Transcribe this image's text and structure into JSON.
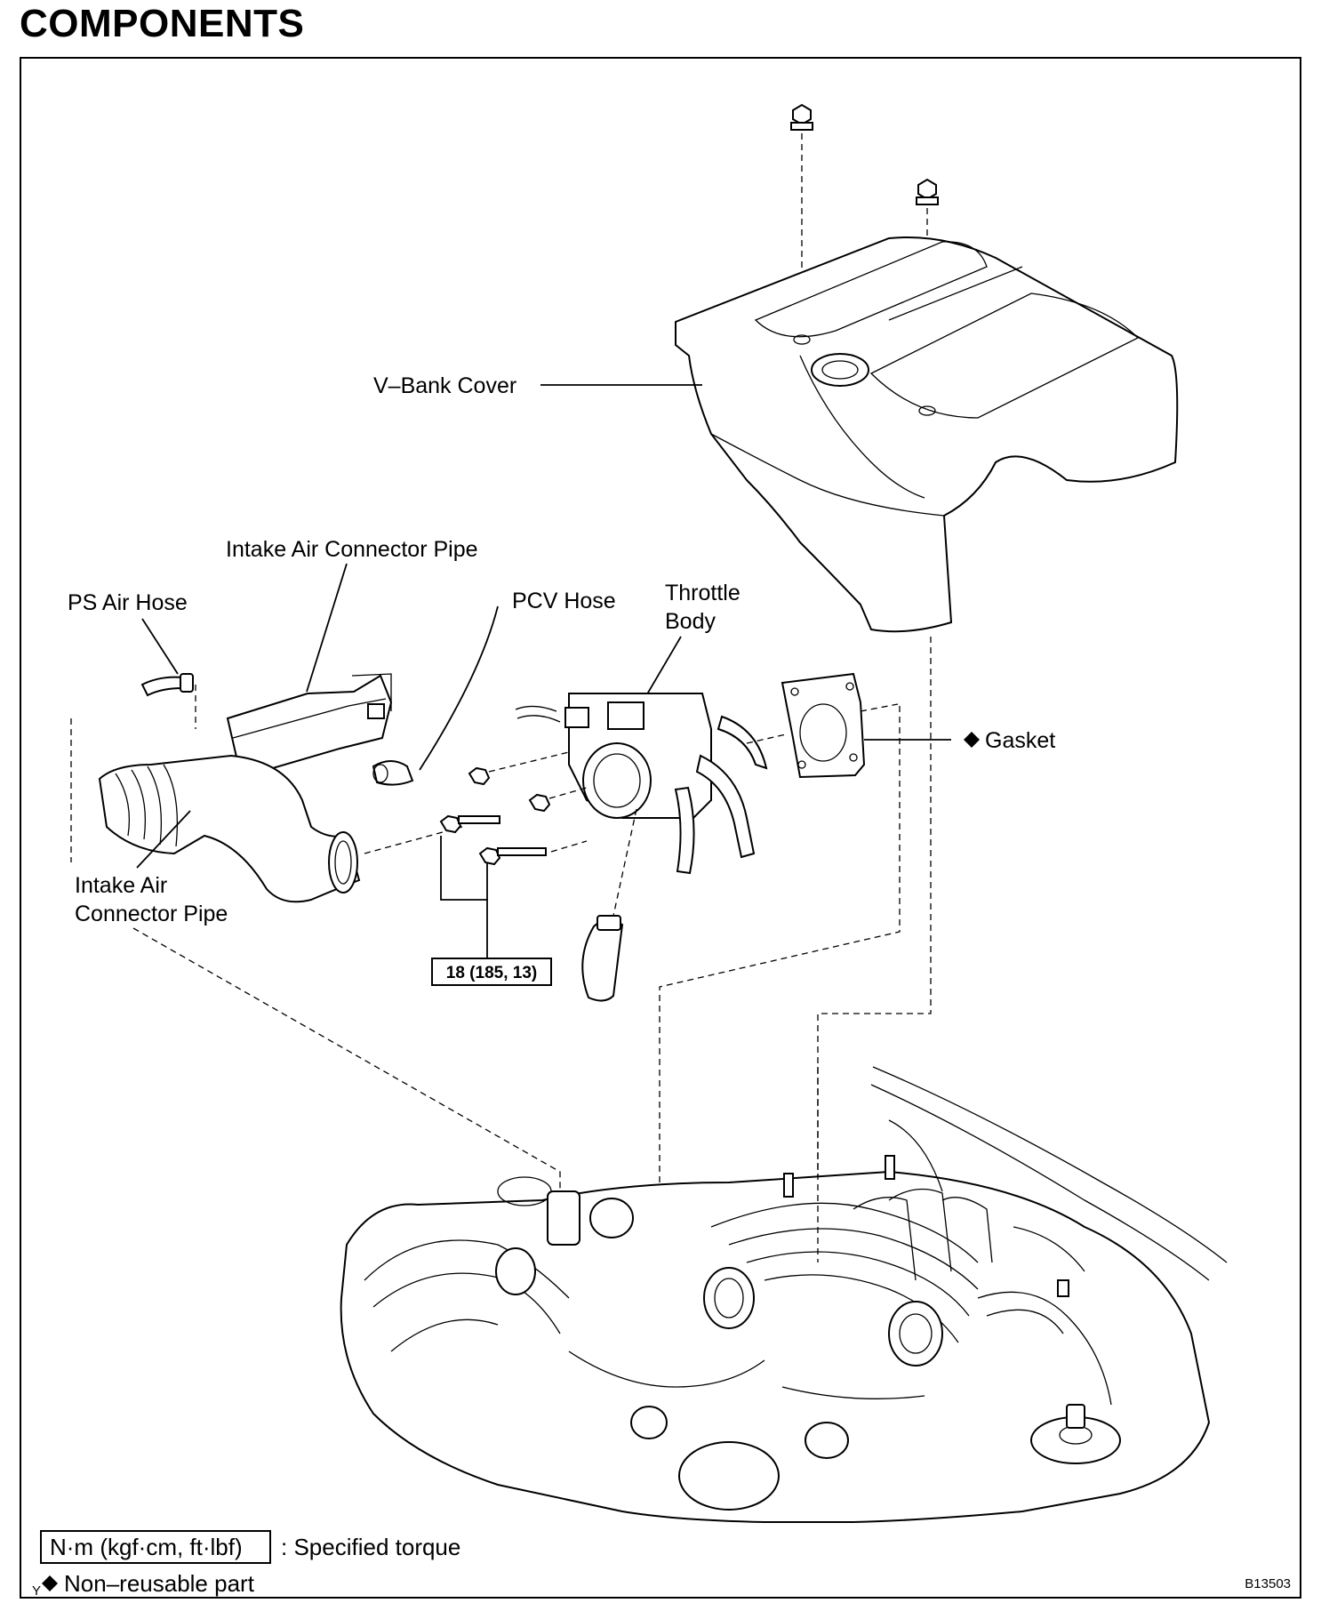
{
  "title": "COMPONENTS",
  "labels": {
    "v_bank_cover": "V–Bank Cover",
    "intake_air_connector_pipe_top": "Intake Air Connector Pipe",
    "ps_air_hose": "PS Air Hose",
    "pcv_hose": "PCV Hose",
    "throttle_body_line1": "Throttle",
    "throttle_body_line2": "Body",
    "gasket": "Gasket",
    "intake_air_connector_pipe_line1": "Intake Air",
    "intake_air_connector_pipe_line2": "Connector Pipe"
  },
  "torque_spec": "18 (185, 13)",
  "legend": {
    "torque_units": "N·m (kgf·cm, ft·lbf)",
    "torque_desc": ": Specified torque",
    "non_reusable_prefix": "Y",
    "non_reusable_desc": "Non–reusable part"
  },
  "figure_code": "B13503",
  "icons": {
    "non_reusable": "diamond-icon"
  }
}
